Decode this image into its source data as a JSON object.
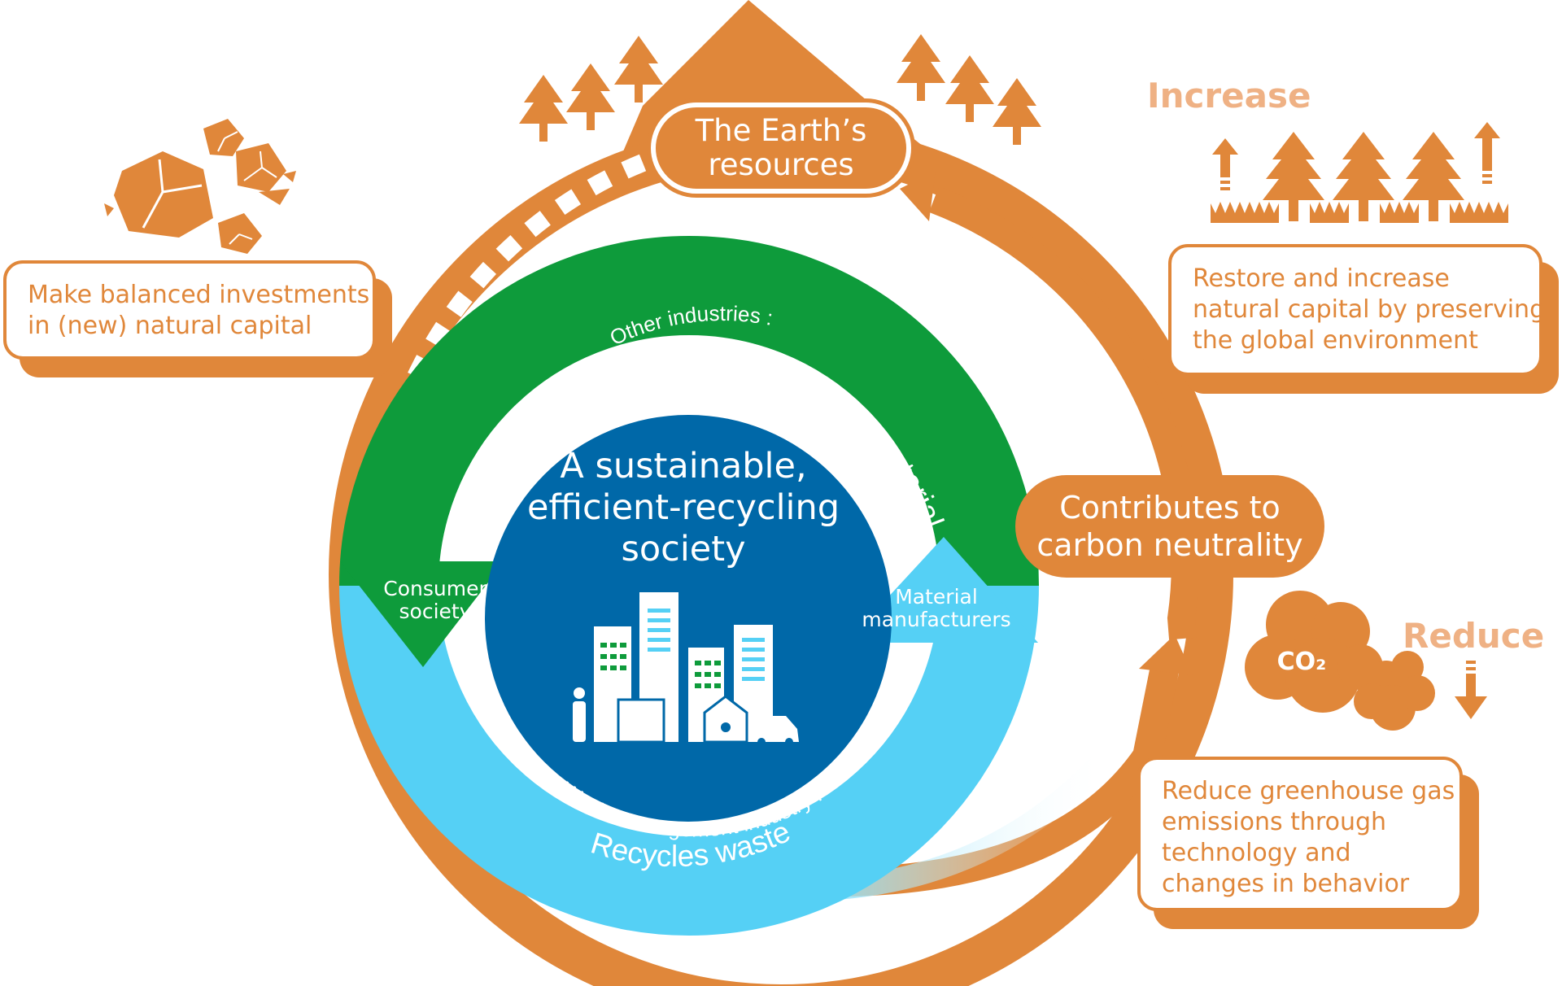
{
  "diagram": {
    "center_title_lines": [
      "A sustainable,",
      "efficient-recycling",
      "society"
    ],
    "earth_resources_lines": [
      "The Earth’s",
      "resources"
    ],
    "carbon_lines": [
      "Contributes to",
      "carbon neutrality"
    ],
    "other_industries": "Other industries :",
    "manufacture": "Manufacture products using recycled materials",
    "waste_mgmt": "Waste management industry :",
    "recycles": "Recycles waste",
    "consumer_lines": [
      "Consumer",
      "society"
    ],
    "material_lines": [
      "Material",
      "manufacturers"
    ],
    "increase_label": "Increase",
    "reduce_label": "Reduce",
    "co2_label": "CO₂",
    "left_callout_lines": [
      "Make balanced investments",
      "in (new) natural capital"
    ],
    "right_callout_lines": [
      "Restore and increase",
      "natural capital by preserving",
      "the global environment"
    ],
    "bottom_callout_lines": [
      "Reduce greenhouse gas",
      "emissions through",
      "technology and",
      "changes in behavior"
    ]
  },
  "colors": {
    "orange": "#e0873a",
    "orange_light": "#efb184",
    "green": "#0e9b3b",
    "light_blue": "#55d0f5",
    "dark_blue": "#0068a8",
    "white": "#ffffff"
  }
}
